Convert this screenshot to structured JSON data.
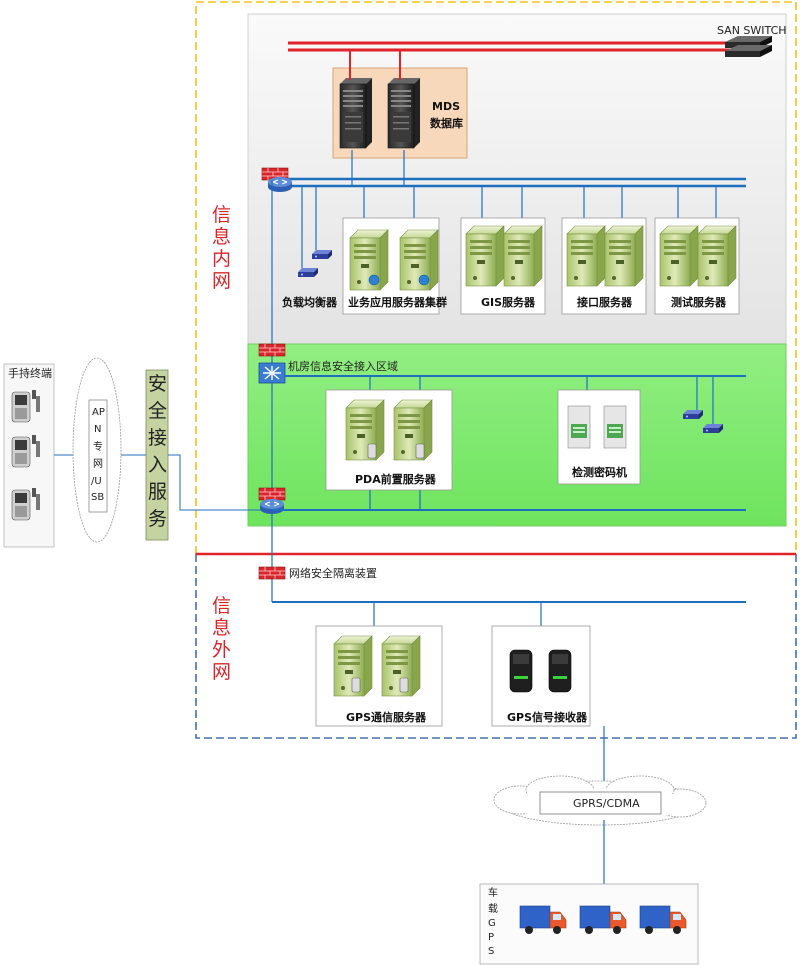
{
  "zones": {
    "inner_net": [
      "信",
      "息",
      "内",
      "网"
    ],
    "outer_net": [
      "信",
      "息",
      "外",
      "网"
    ]
  },
  "labels": {
    "san_switch": "SAN SWITCH",
    "mds_line1": "MDS",
    "mds_line2": "数据库",
    "load_balancer": "负载均衡器",
    "biz_cluster": "业务应用服务器集群",
    "gis": "GIS服务器",
    "interface": "接口服务器",
    "test": "测试服务器",
    "secure_zone": "机房信息安全接入区域",
    "pda": "PDA前置服务器",
    "cipher": "检测密码机",
    "isolation": "网络安全隔离装置",
    "gps_comm": "GPS通信服务器",
    "gps_receiver": "GPS信号接收器",
    "gprs": "GPRS/CDMA",
    "handheld": "手持终端",
    "apn_chars": [
      "AP",
      "N",
      "专",
      "网",
      "/U",
      "SB"
    ],
    "secure_access_chars": [
      "安",
      "全",
      "接",
      "入",
      "服",
      "务"
    ],
    "vehicle_chars": [
      "车",
      "载",
      "G",
      "P",
      "S"
    ]
  },
  "colors": {
    "inner_border": "#f0c419",
    "outer_border": "#4a6fb5",
    "divider_red": "#e1232a",
    "san_red": "#e1232a",
    "net_blue": "#1f6fbf",
    "secure_green": "#7fea6e",
    "mds_box": "#f8d8bb",
    "zone_text": "#d7262a"
  },
  "icons": [
    "server-tower-icon",
    "dark-server-icon",
    "firewall-icon",
    "router-icon",
    "switch-icon",
    "gps-device-icon",
    "truck-icon",
    "handheld-device-icon",
    "cloud-icon",
    "cipher-machine-icon"
  ]
}
